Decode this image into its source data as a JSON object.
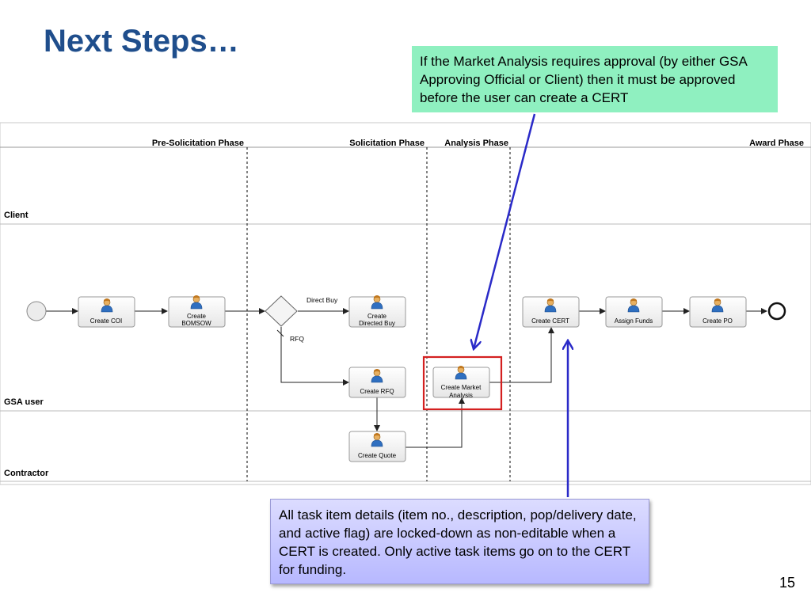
{
  "slide": {
    "title": "Next Steps…",
    "page_number": "15",
    "note_top": "If the Market Analysis requires approval (by either GSA Approving Official or Client) then it must be approved before the user can create a CERT",
    "note_bottom": "All task item details (item no., description, pop/delivery date, and active flag) are locked-down as non-editable when a CERT is created.  Only active task items go on to the CERT for funding."
  },
  "diagram": {
    "phases": {
      "pre_solicitation": "Pre-Solicitation Phase",
      "solicitation": "Solicitation Phase",
      "analysis": "Analysis Phase",
      "award": "Award Phase"
    },
    "lanes": {
      "client": "Client",
      "gsa_user": "GSA user",
      "contractor": "Contractor"
    },
    "tasks": {
      "create_coi": "Create COI",
      "create_bomsow_1": "Create",
      "create_bomsow_2": "BOMSOW",
      "create_directed_buy_1": "Create",
      "create_directed_buy_2": "Directed Buy",
      "create_rfq": "Create RFQ",
      "create_quote": "Create Quote",
      "create_market_analysis_1": "Create Market",
      "create_market_analysis_2": "Analysis",
      "create_cert": "Create CERT",
      "assign_funds": "Assign Funds",
      "create_po": "Create PO"
    },
    "gateway_labels": {
      "direct_buy": "Direct Buy",
      "rfq": "RFQ"
    }
  },
  "colors": {
    "title": "#1f4e8c",
    "highlight_box": "#d42020",
    "annotation_arrow": "#2a2ac8"
  }
}
